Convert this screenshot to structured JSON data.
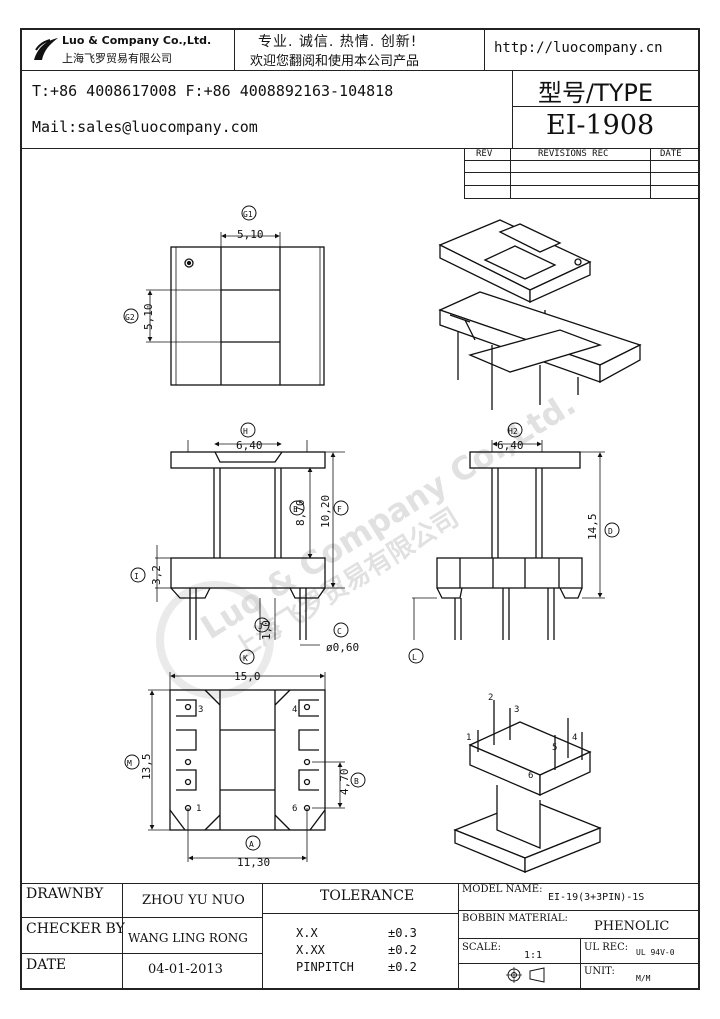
{
  "header": {
    "company_en": "Luo & Company Co.,Ltd.",
    "company_cn": "上海飞罗贸易有限公司",
    "slogan_line1": "专业. 诚信. 热情. 创新!",
    "slogan_line2": "欢迎您翻阅和使用本公司产品",
    "website": "http://luocompany.cn",
    "phone_fax": "T:+86 4008617008 F:+86 4008892163-104818",
    "mail": "Mail:sales@luocompany.com",
    "type_label": "型号/TYPE",
    "type_value": "EI-1908"
  },
  "revisions": {
    "headers": [
      "REV",
      "REVISIONS REC",
      "DATE"
    ]
  },
  "drawing": {
    "top_view": {
      "label_g1": "G1",
      "label_g2": "G2",
      "dim_5_10_h": "5,10",
      "dim_5_10_v": "5,10"
    },
    "front_view": {
      "label_h": "H",
      "dim_h": "6,40",
      "dim_f": "10,20",
      "label_f": "F",
      "dim_e": "8,70",
      "label_e": "E",
      "dim_i": "3,2",
      "label_i": "I",
      "dim_j": "1,0",
      "label_j": "J",
      "dim_c": "ø0,60",
      "label_c": "C"
    },
    "side_view": {
      "label_h2": "H2",
      "dim_h2": "6,40",
      "dim_d": "14,5",
      "label_d": "D",
      "label_l": "L"
    },
    "bottom_view": {
      "label_k": "K",
      "dim_k": "15,0",
      "dim_m": "13,5",
      "label_m": "M",
      "dim_b": "4,70",
      "label_b": "B",
      "dim_a": "11,30",
      "label_a": "A",
      "pin_3": "3",
      "pin_4": "4",
      "pin_1": "1",
      "pin_6": "6"
    },
    "iso_bottom": {
      "pin_1": "1",
      "pin_2": "2",
      "pin_3": "3",
      "pin_4": "4",
      "pin_5": "5",
      "pin_6": "6"
    },
    "watermark_en": "Luo & Company Co.,Ltd.",
    "watermark_cn": "上海飞罗贸易有限公司"
  },
  "title_block": {
    "drawnby_label": "DRAWNBY",
    "drawnby_value": "ZHOU YU NUO",
    "checker_label": "CHECKER BY",
    "checker_value": "WANG LING RONG",
    "date_label": "DATE",
    "date_value": "04-01-2013",
    "tolerance_label": "TOLERANCE",
    "tol_rows": [
      {
        "k": "X.X",
        "v": "±0.3"
      },
      {
        "k": "X.XX",
        "v": "±0.2"
      },
      {
        "k": "PINPITCH",
        "v": "±0.2"
      }
    ],
    "model_label": "MODEL NAME:",
    "model_value": "EI-19(3+3PIN)-1S",
    "bobbin_label": "BOBBIN MATERIAL:",
    "bobbin_value": "PHENOLIC",
    "scale_label": "SCALE:",
    "scale_value": "1:1",
    "ulrec_label": "UL REC:",
    "ulrec_value": "UL 94V-0",
    "unit_label": "UNIT:",
    "unit_value": "M/M"
  }
}
